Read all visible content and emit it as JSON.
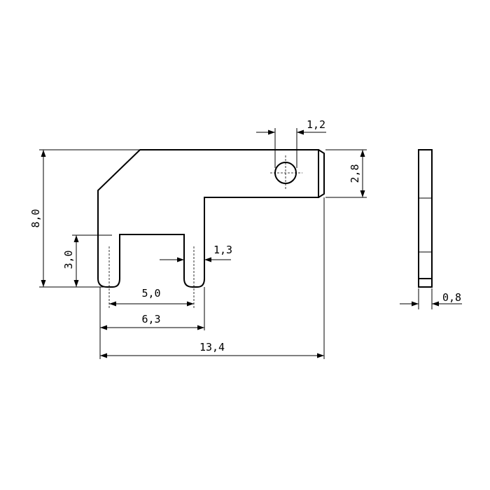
{
  "drawing": {
    "dimensions": {
      "hole_diameter": "1,2",
      "tab_height": "2,8",
      "overall_height": "8,0",
      "slot_depth": "3,0",
      "prong_width": "1,3",
      "prong_spacing": "5,0",
      "prong_outer": "6,3",
      "overall_length": "13,4",
      "thickness": "0,8"
    }
  }
}
